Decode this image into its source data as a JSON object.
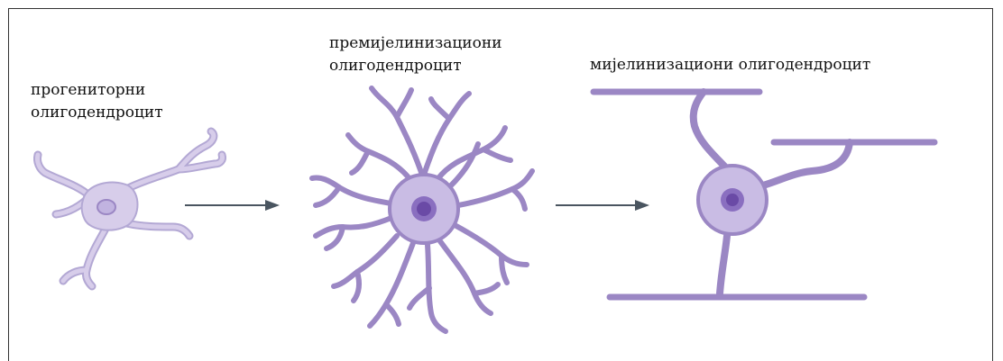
{
  "stages": [
    {
      "id": "progenitor",
      "line1": "прогениторни",
      "line2": "олигодендроцит"
    },
    {
      "id": "premyelinating",
      "line1": "премијелинизациони",
      "line2": "олигодендроцит"
    },
    {
      "id": "myelinating",
      "line1": "мијелинизациони олигодендроцит"
    }
  ],
  "colors": {
    "cell_light": "#d7cdea",
    "cell_outline": "#b3a8d4",
    "cell_mid": "#9b87c4",
    "process": "#9b87c4",
    "nucleus": "#8a6fc0",
    "nucleolus": "#6a4aa6",
    "arrow": "#4a5560",
    "border": "#333333"
  }
}
